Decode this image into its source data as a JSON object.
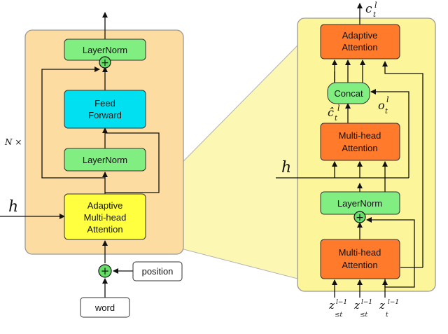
{
  "left_block": {
    "repeat_label": "N ×",
    "input_label": "h",
    "nodes": {
      "layernorm_top": "LayerNorm",
      "feed_forward": [
        "Feed",
        "Forward"
      ],
      "layernorm_mid": "LayerNorm",
      "adaptive_mha": [
        "Adaptive",
        "Multi-head",
        "Attention"
      ]
    },
    "position_label": "position",
    "word_label": "word"
  },
  "right_block": {
    "output_label": {
      "base": "c",
      "sub": "t",
      "sup": "l"
    },
    "input_label": "h",
    "nodes": {
      "adaptive_attention": [
        "Adaptive",
        "Attention"
      ],
      "concat": "Concat",
      "mha_upper": [
        "Multi-head",
        "Attention"
      ],
      "layernorm": "LayerNorm",
      "mha_lower": [
        "Multi-head",
        "Attention"
      ]
    },
    "c_hat_label": {
      "base": "ĉ",
      "sub": "t",
      "sup": "l"
    },
    "o_label": {
      "base": "o",
      "sub": "t",
      "sup": "l"
    },
    "bottom_inputs": [
      {
        "base": "z",
        "sub": "≤t",
        "sup": "l−1"
      },
      {
        "base": "z",
        "sub": "≤t",
        "sup": "l−1"
      },
      {
        "base": "z",
        "sub": "t",
        "sup": "l−1"
      }
    ]
  },
  "colors": {
    "outer_fill": "#fcdca0",
    "outer_stroke": "#999999",
    "zoom_fill": "#fcf59a",
    "layernorm_fill": "#80ee80",
    "feedforward_fill": "#00e0f0",
    "adaptive_fill": "#ffff40",
    "orange_fill": "#ff7a2a",
    "residual_fill": "#66dd66",
    "line": "#111111"
  }
}
